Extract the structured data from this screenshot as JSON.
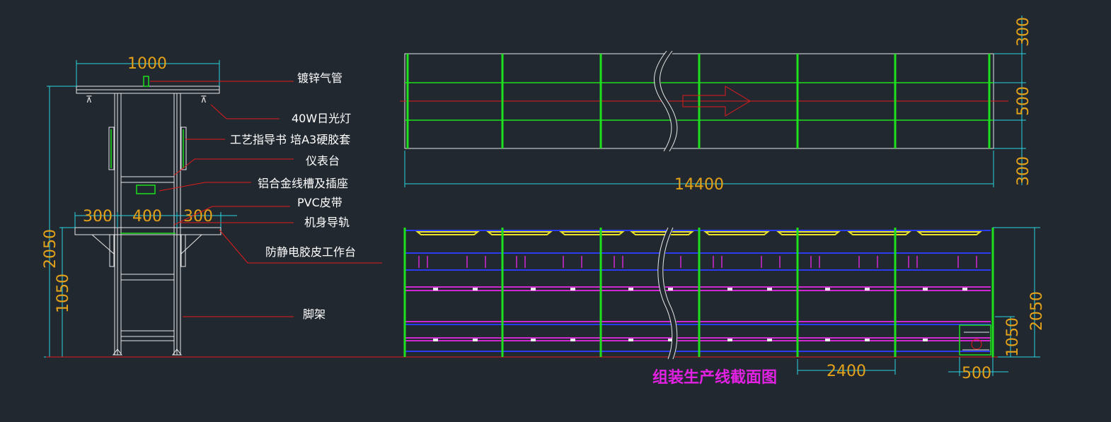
{
  "side_view": {
    "dims": {
      "top_width": "1000",
      "left_ext": "300",
      "center": "400",
      "right_ext": "300",
      "total_height": "2050",
      "table_height": "1050"
    },
    "labels": {
      "air_pipe": "镀锌气管",
      "light": "40W日光灯",
      "guide_book": "工艺指导书 培A3硬胶套",
      "instrument_table": "仪表台",
      "wire_slot": "铝合金线槽及插座",
      "pvc_belt": "PVC皮带",
      "rail": "机身导轨",
      "workbench": "防静电胶皮工作台",
      "stand": "脚架"
    }
  },
  "plan_view": {
    "length": "14400",
    "w1": "300",
    "w2": "500",
    "w3": "300"
  },
  "front_view": {
    "bay": "2400",
    "end_width": "500",
    "height_total": "2050",
    "height_table": "1050"
  },
  "title": "组装生产线截面图"
}
